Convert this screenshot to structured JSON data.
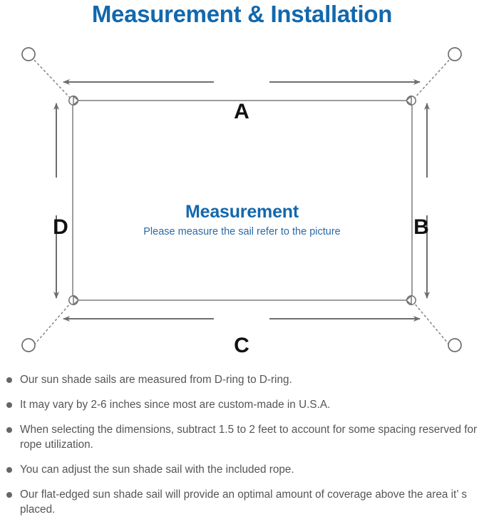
{
  "page": {
    "title": "Measurement & Installation",
    "accent_color": "#1268ad",
    "body_text_color": "#555555",
    "line_color": "#6e6e6e"
  },
  "diagram": {
    "name": "shade-sail-measurement-diagram",
    "center_title": "Measurement",
    "center_subtitle": "Please measure the sail refer to the picture",
    "dimension_labels": {
      "top": "A",
      "right": "B",
      "bottom": "C",
      "left": "D"
    },
    "sail_corners": [
      "top-left-d-ring",
      "top-right-d-ring",
      "bottom-right-d-ring",
      "bottom-left-d-ring"
    ],
    "anchor_points": [
      "top-left-anchor",
      "top-right-anchor",
      "bottom-right-anchor",
      "bottom-left-anchor"
    ]
  },
  "notes": [
    "Our sun shade sails are measured from D-ring to D-ring.",
    "It may vary by 2-6 inches since most are custom-made in U.S.A.",
    "When selecting the dimensions, subtract 1.5 to 2 feet to account for some spacing reserved for rope utilization.",
    "You can adjust the sun shade sail with the included rope.",
    "Our flat-edged sun shade sail will provide an optimal amount of coverage above the area it’  s placed."
  ]
}
